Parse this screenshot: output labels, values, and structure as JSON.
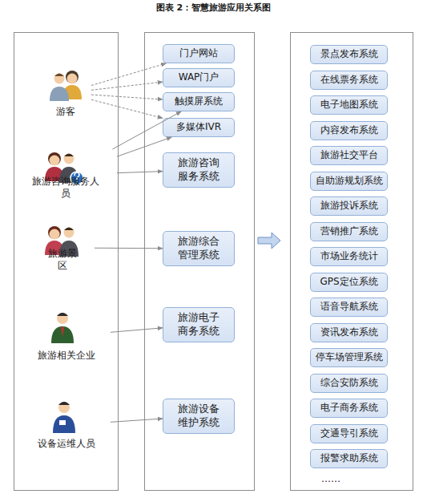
{
  "diagram": {
    "title": "图表 2：智慧旅游应用关系图",
    "nodes": [
      {
        "text": [
          "游客"
        ]
      },
      {
        "text": [
          "旅游咨询服务人员"
        ]
      },
      {
        "text": [
          "旅游景区"
        ]
      },
      {
        "text": [
          "旅游相关企业"
        ]
      },
      {
        "text": [
          "设备运维人员"
        ]
      },
      {
        "text": [
          "门户网站"
        ]
      },
      {
        "text": [
          "WAP门户"
        ]
      },
      {
        "text": [
          "触摸屏系统"
        ]
      },
      {
        "text": [
          "多媒体IVR"
        ]
      },
      {
        "text": [
          "旅游咨询服务系统"
        ]
      },
      {
        "text": [
          "旅游综合管理系统"
        ]
      },
      {
        "text": [
          "旅游电子商务系统"
        ]
      },
      {
        "text": [
          "旅游设备维护系统"
        ]
      },
      {
        "text": [
          "景点发布系统"
        ]
      },
      {
        "text": [
          "在线票务系统"
        ]
      },
      {
        "text": [
          "电子地图系统"
        ]
      },
      {
        "text": [
          "内容发布系统"
        ]
      },
      {
        "text": [
          "旅游社交平台"
        ]
      },
      {
        "text": [
          "自助游规划系统"
        ]
      },
      {
        "text": [
          "旅游投诉系统"
        ]
      },
      {
        "text": [
          "营销推广系统"
        ]
      },
      {
        "text": [
          "市场业务统计"
        ]
      },
      {
        "text": [
          "GPS定位系统"
        ]
      },
      {
        "text": [
          "语音导航系统"
        ]
      },
      {
        "text": [
          "资讯发布系统"
        ]
      },
      {
        "text": [
          "停车场管理系统"
        ]
      },
      {
        "text": [
          "综合安防系统"
        ]
      },
      {
        "text": [
          "电子商务系统"
        ]
      },
      {
        "text": [
          "交通导引系统"
        ]
      },
      {
        "text": [
          "报警求助系统"
        ]
      }
    ],
    "edges": [
      {
        "from": 0,
        "to": 5,
        "arrow": "to"
      },
      {
        "from": 0,
        "to": 6,
        "arrow": "to"
      },
      {
        "from": 0,
        "to": 7,
        "arrow": "to"
      },
      {
        "from": 0,
        "to": 8,
        "arrow": "to"
      },
      {
        "from": 1,
        "to": 7,
        "arrow": "to"
      },
      {
        "from": 1,
        "to": 8,
        "arrow": "to"
      },
      {
        "from": 1,
        "to": 9,
        "arrow": "to"
      },
      {
        "from": 2,
        "to": 10,
        "arrow": "to"
      },
      {
        "from": 3,
        "to": 11,
        "arrow": "to"
      },
      {
        "from": 4,
        "to": 12,
        "arrow": "to"
      }
    ],
    "labels": [
      "……"
    ]
  }
}
